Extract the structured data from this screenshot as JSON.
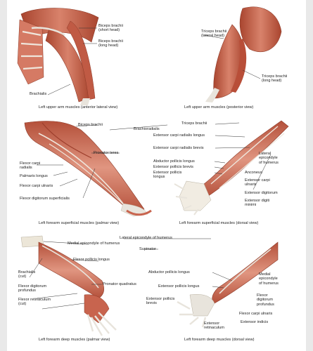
{
  "colors": {
    "muscle": "#c8644e",
    "muscle_light": "#e39a86",
    "muscle_dark": "#9e3f2d",
    "tendon": "#e8e4dc",
    "bone": "#ece6d8",
    "leader": "#333333"
  },
  "panels": {
    "p1": {
      "caption": "Left upper arm muscles (anterior lateral view)",
      "labels": {
        "biceps_short": "Biceps brachii\n(short head)",
        "biceps_long": "Biceps brachii\n(long head)",
        "brachialis": "Brachialis"
      }
    },
    "p2": {
      "caption": "Left upper arm muscles (posterior view)",
      "labels": {
        "triceps_lateral": "Triceps brachii\n(lateral head)",
        "triceps_long": "Triceps brachii\n(long head)"
      }
    },
    "p3": {
      "caption": "Left forearm superficial muscles (palmar view)",
      "labels": {
        "biceps": "Biceps brachii",
        "pronator_teres": "Pronator teres",
        "flexor_carpi_radialis": "Flexor carpi\nradialis",
        "palmaris_longus": "Palmaris longus",
        "flexor_carpi_ulnaris": "Flexor carpi ulnaris",
        "flexor_digitorum_superficialis": "Flexor digitorum superficialis"
      }
    },
    "shared": {
      "brachioradialis": "Brachioradialis",
      "lateral_epicondyle": "Lateral epicondyle of humerus",
      "supinator": "Supinator"
    },
    "p4": {
      "caption": "Left forearm superficial muscles (dorsal view)",
      "labels": {
        "triceps": "Triceps brachii",
        "ecr_longus": "Extensor carpi radialis longus",
        "ecr_brevis": "Extensor carpi radialis brevis",
        "apl": "Abductor pollicis longus",
        "epb": "Extensor pollicis brevis",
        "epl": "Extensor pollicis\nlongus",
        "lateral_epicondyle": "Lateral\nepicondyle\nof humerus",
        "anconeus": "Anconeus",
        "ecu": "Extensor carpi\nulnaris",
        "ed": "Extensor digitorum",
        "edm": "Extensor digiti\nminimi"
      }
    },
    "p5": {
      "caption": "Left forearm deep muscles (palmar view)",
      "labels": {
        "medial_epicondyle": "Medial epicondyle of humerus",
        "fpl": "Flexor pollicis longus",
        "pq": "Pronator quadratus",
        "brachialis_cut": "Brachialis\n(cut)",
        "fdp": "Flexor digitorum\nprofundus",
        "flexor_retinaculum": "Flexor retinaculum\n(cut)"
      }
    },
    "p6": {
      "caption": "Left forearm deep muscles (dorsal view)",
      "labels": {
        "apl": "Abductor pollicis longus",
        "epl": "Extensor pollicis longus",
        "epb": "Extensor pollicis\nbrevis",
        "extensor_retinaculum": "Extensor\nretinaculum",
        "medial_epicondyle": "Medial\nepicondyle\nof humerus",
        "fdp": "Flexor\ndigitorum\nprofundus",
        "fcu": "Flexor carpi ulnaris",
        "ei": "Extensor indicis"
      }
    }
  }
}
